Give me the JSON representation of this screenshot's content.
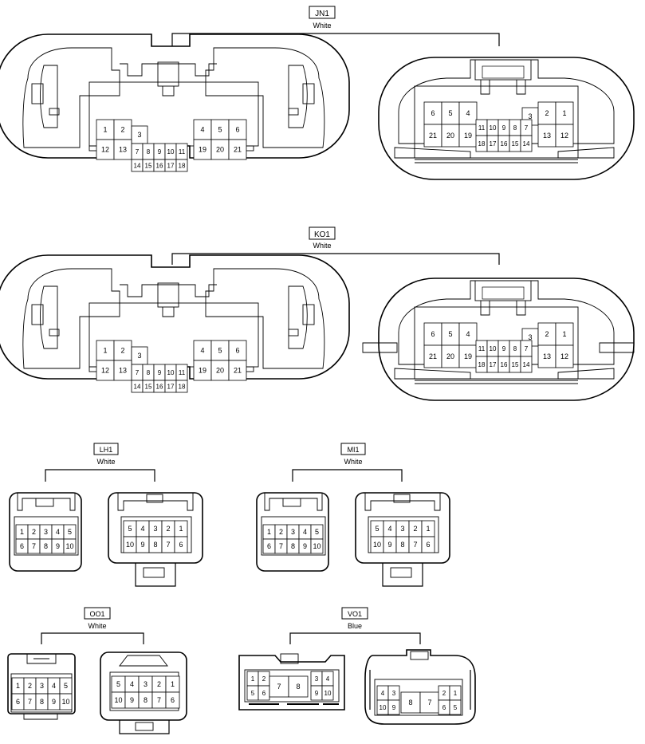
{
  "connectors": {
    "jn1": {
      "name": "JN1",
      "color": "White",
      "left_pins": [
        "1",
        "2",
        "3",
        "4",
        "5",
        "6",
        "7",
        "8",
        "9",
        "10",
        "11",
        "12",
        "13",
        "14",
        "15",
        "16",
        "17",
        "18",
        "19",
        "20",
        "21"
      ],
      "right_pins": [
        "6",
        "5",
        "4",
        "3",
        "2",
        "1",
        "21",
        "20",
        "19",
        "11",
        "10",
        "9",
        "8",
        "7",
        "13",
        "12",
        "18",
        "17",
        "16",
        "15",
        "14"
      ]
    },
    "ko1": {
      "name": "KO1",
      "color": "White",
      "left_pins": [
        "1",
        "2",
        "3",
        "4",
        "5",
        "6",
        "7",
        "8",
        "9",
        "10",
        "11",
        "12",
        "13",
        "14",
        "15",
        "16",
        "17",
        "18",
        "19",
        "20",
        "21"
      ],
      "right_pins": [
        "6",
        "5",
        "4",
        "3",
        "2",
        "1",
        "21",
        "20",
        "19",
        "11",
        "10",
        "9",
        "8",
        "7",
        "13",
        "12",
        "18",
        "17",
        "16",
        "15",
        "14"
      ]
    },
    "lh1": {
      "name": "LH1",
      "color": "White",
      "left_pins": [
        "1",
        "2",
        "3",
        "4",
        "5",
        "6",
        "7",
        "8",
        "9",
        "10"
      ],
      "right_pins": [
        "5",
        "4",
        "3",
        "2",
        "1",
        "10",
        "9",
        "8",
        "7",
        "6"
      ]
    },
    "mi1": {
      "name": "MI1",
      "color": "White",
      "left_pins": [
        "1",
        "2",
        "3",
        "4",
        "5",
        "6",
        "7",
        "8",
        "9",
        "10"
      ],
      "right_pins": [
        "5",
        "4",
        "3",
        "2",
        "1",
        "10",
        "9",
        "8",
        "7",
        "6"
      ]
    },
    "oo1": {
      "name": "OO1",
      "color": "White",
      "left_pins": [
        "1",
        "2",
        "3",
        "4",
        "5",
        "6",
        "7",
        "8",
        "9",
        "10"
      ],
      "right_pins": [
        "5",
        "4",
        "3",
        "2",
        "1",
        "10",
        "9",
        "8",
        "7",
        "6"
      ]
    },
    "vo1": {
      "name": "VO1",
      "color": "Blue",
      "left_pins": [
        "1",
        "2",
        "5",
        "6",
        "7",
        "8",
        "3",
        "4",
        "9",
        "10"
      ],
      "right_pins": [
        "4",
        "3",
        "10",
        "9",
        "8",
        "7",
        "2",
        "1",
        "6",
        "5"
      ]
    }
  }
}
